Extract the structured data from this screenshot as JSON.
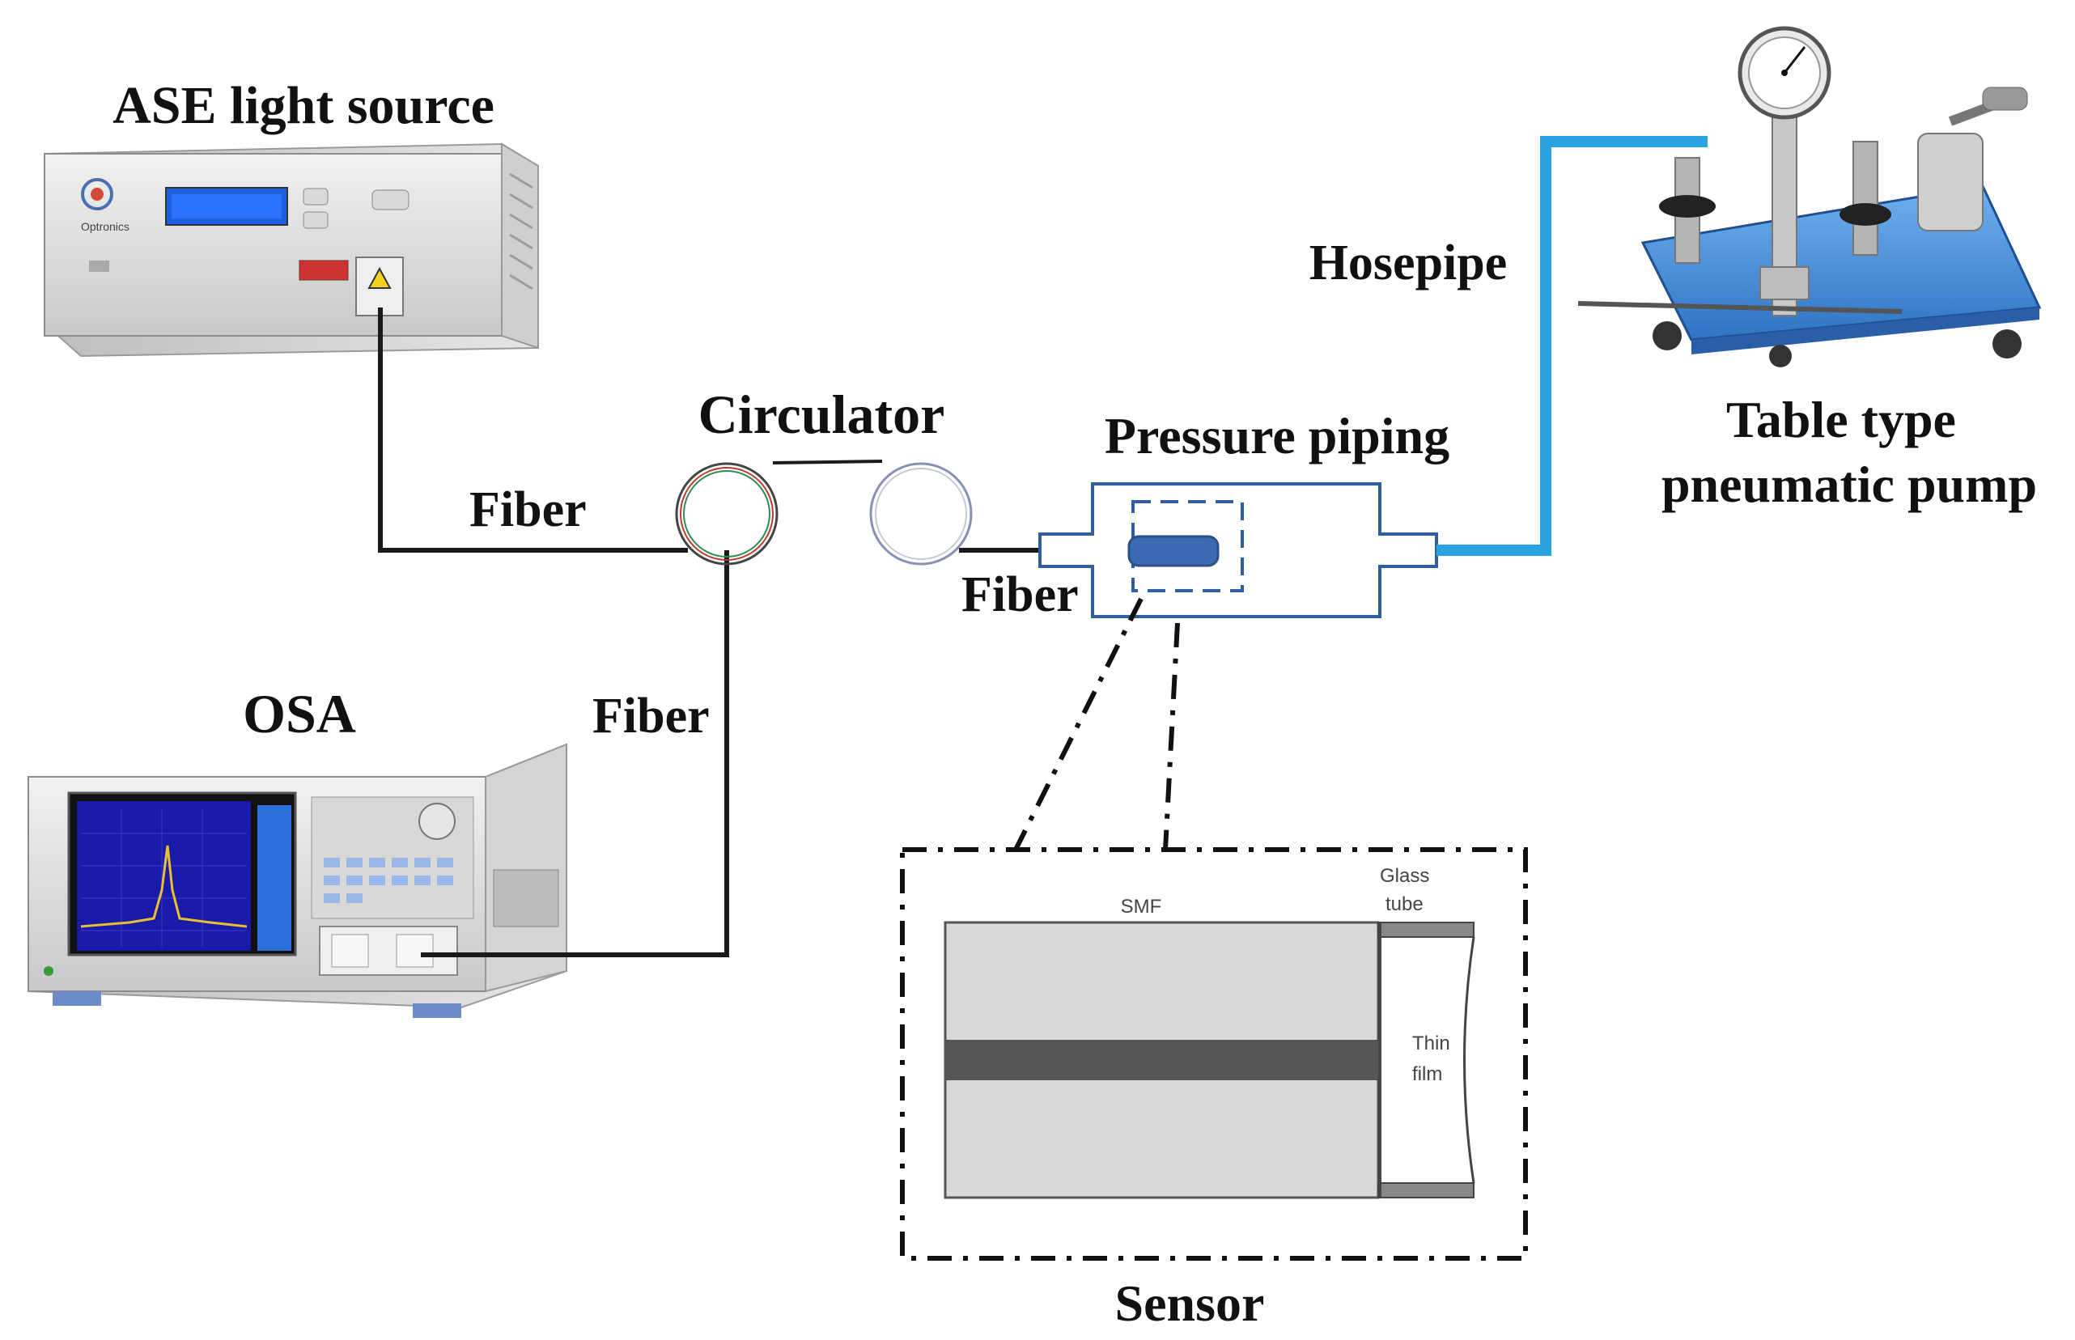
{
  "labels": {
    "ase_light_source": "ASE light source",
    "osa": "OSA",
    "circulator": "Circulator",
    "pressure_piping": "Pressure piping",
    "hosepipe": "Hosepipe",
    "pump_line1": "Table type",
    "pump_line2": "pneumatic pump",
    "fiber_ase": "Fiber",
    "fiber_osa": "Fiber",
    "fiber_piping": "Fiber",
    "sensor": "Sensor"
  },
  "sensor_detail": {
    "smf": "SMF",
    "glass_line1": "Glass",
    "glass_line2": "tube",
    "thin_line1": "Thin",
    "thin_line2": "film"
  },
  "colors": {
    "hosepipe": "#2aa3e0",
    "piping_outline": "#2f5f9e",
    "sensor_core": "#3a6bb3",
    "pump_plate": "#4a90d9",
    "lcd": "#1e5fe0",
    "osa_screen": "#1a1aa8",
    "osa_trace": "#e8c030"
  },
  "icons": [
    "ase-device-icon",
    "osa-device-icon",
    "pressure-gauge-icon",
    "circulator-coil-icon"
  ]
}
